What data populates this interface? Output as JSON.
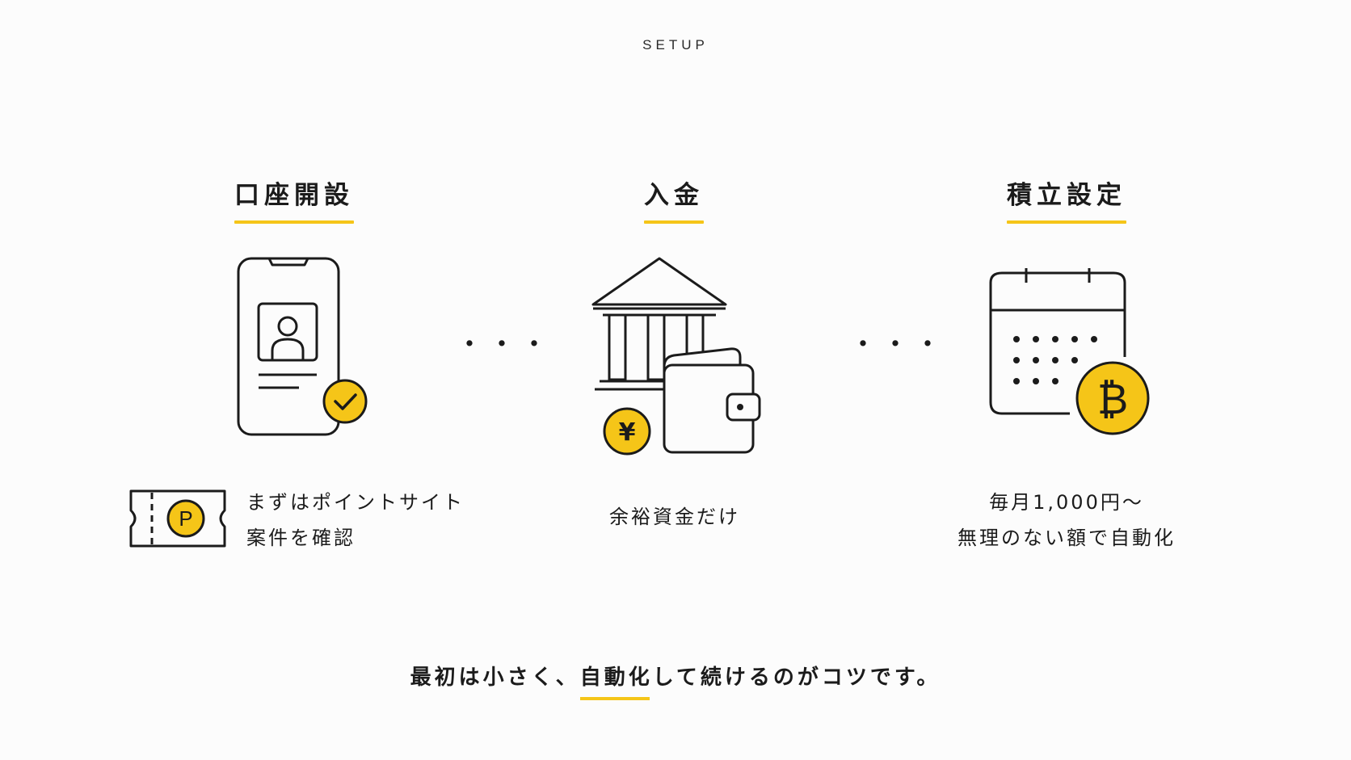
{
  "header": {
    "label": "SETUP"
  },
  "steps": [
    {
      "title": "口座開設",
      "icons": [
        "smartphone-id-icon",
        "checkmark-badge-icon",
        "point-ticket-icon"
      ],
      "desc_lines": [
        "まずはポイントサイト",
        "案件を確認"
      ],
      "ticket_letter": "P"
    },
    {
      "title": "入金",
      "icons": [
        "bank-icon",
        "wallet-icon",
        "yen-coin-icon"
      ],
      "desc_lines": [
        "余裕資金だけ"
      ],
      "coin_symbol": "¥"
    },
    {
      "title": "積立設定",
      "icons": [
        "calendar-icon",
        "bitcoin-coin-icon"
      ],
      "desc_lines": [
        "毎月1,000円〜",
        "無理のない額で自動化"
      ],
      "coin_symbol": "₿"
    }
  ],
  "separator": "・・・",
  "footer": {
    "before": "最初は小さく、",
    "highlight": "自動化",
    "after": "して続けるのがコツです。"
  },
  "colors": {
    "accent": "#f5c518",
    "ink": "#1b1b1b",
    "background": "#fcfcfc"
  }
}
